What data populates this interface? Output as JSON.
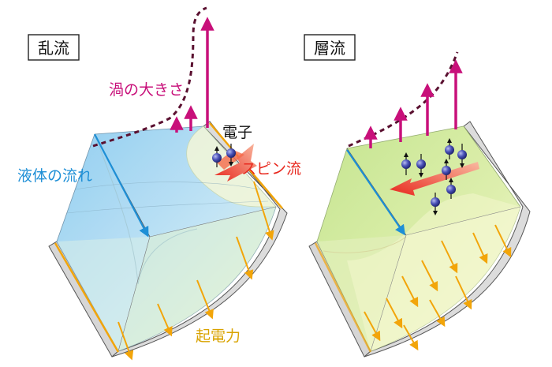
{
  "left_panel": {
    "title": "乱流",
    "eddy_label": "渦の大きさ",
    "electron_label": "電子",
    "spin_current_label": "スピン流",
    "flow_label": "液体の流れ",
    "emf_label": "起電力"
  },
  "right_panel": {
    "title": "層流"
  },
  "colors": {
    "eddy": "#c8107a",
    "spin_current": "#e8281e",
    "flow": "#1e8fd6",
    "emf": "#d9a300",
    "emf_arrow": "#f2a50a",
    "liquid_turbulent": "#9fd3ee",
    "liquid_laminar": "#cde79a",
    "eddy_profile": "#5a1030",
    "electron": "#2a2f8a"
  },
  "icons": [
    "electron-spin-up-icon",
    "electron-spin-down-icon",
    "spin-current-arrow-icon",
    "eddy-size-arrow-icon",
    "emf-arrow-icon"
  ]
}
